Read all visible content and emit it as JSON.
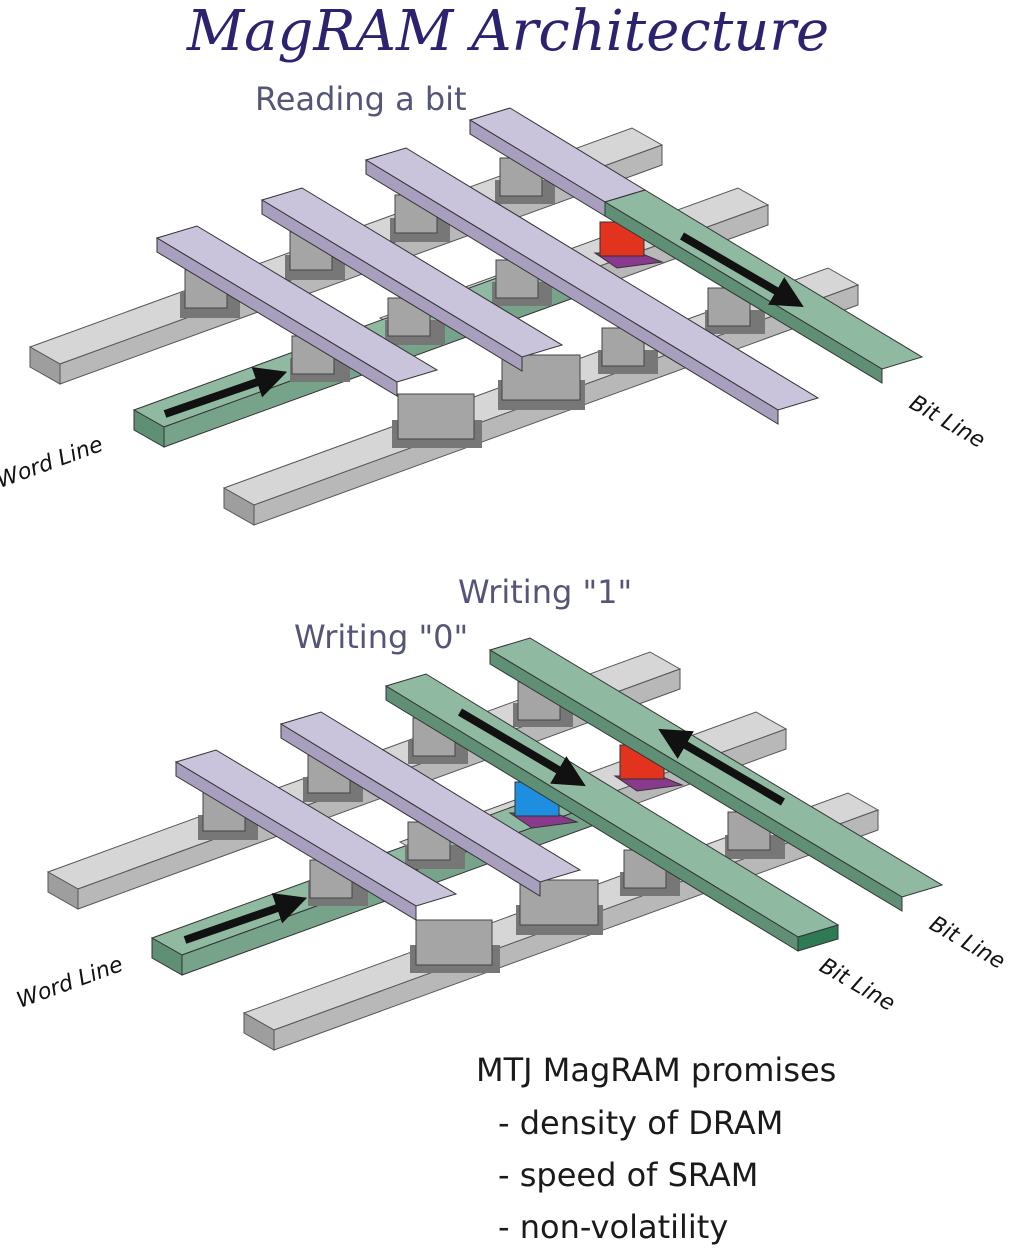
{
  "title": "MagRAM Architecture",
  "colors": {
    "bit_line": "#c9c3db",
    "word_line_active": "#8fb9a0",
    "word_line_inactive": "#c9c9c9",
    "post": "#a5a5a5",
    "cell_red": "#e2331f",
    "cell_blue": "#1e8fe0",
    "cell_base": "#8a3a8c",
    "arrow": "#111111"
  },
  "reading": {
    "caption": "Reading a bit",
    "word_line_label": "Word Line",
    "bit_line_label": "Bit Line"
  },
  "writing": {
    "caption_one": "Writing \"1\"",
    "caption_zero": "Writing \"0\"",
    "word_line_label": "Word Line",
    "bit_line_label_one": "Bit Line",
    "bit_line_label_zero": "Bit Line"
  },
  "promises": {
    "heading": "MTJ MagRAM promises",
    "items": [
      "- density of DRAM",
      "- speed of SRAM",
      "- non-volatility"
    ]
  }
}
